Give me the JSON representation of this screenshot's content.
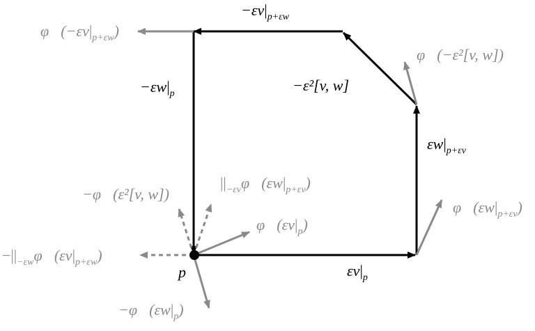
{
  "point_label": "p",
  "edge_labels": {
    "bottom_main": "εv",
    "bottom_sub": "p",
    "right_main": "εw",
    "right_sub": "p+εv",
    "top_main": "−εv",
    "top_sub": "p+εw",
    "left_main": "−εw",
    "left_sub": "p",
    "diagonal": "−ε²[v, w]"
  },
  "vector_labels": {
    "phi_right_main": "φ⃗(εw",
    "phi_right_sub": "p+εv",
    "phi_right_close": ")",
    "phi_topright": "φ⃗(−ε²[v, w])",
    "phi_topleft_main": "φ⃗(−εv",
    "phi_topleft_sub": "p+εw",
    "phi_topleft_close": ")",
    "phi_at_p_main": "φ⃗(εv",
    "phi_at_p_sub": "p",
    "phi_at_p_close": ")",
    "parallel_up_pre": "||",
    "parallel_up_sub1": "−εv",
    "parallel_up_main": "φ⃗(εw",
    "parallel_up_sub2": "p+εv",
    "parallel_up_close": ")",
    "neg_phi_bracket": "−φ⃗(ε²[v, w])",
    "parallel_left_pre": "−||",
    "parallel_left_sub1": "−εw",
    "parallel_left_main": "φ⃗(εv",
    "parallel_left_sub2": "p+εw",
    "parallel_left_close": ")",
    "neg_phi_down_main": "−φ⃗(εw",
    "neg_phi_down_sub": "p",
    "neg_phi_down_close": ")"
  },
  "colors": {
    "edge": "#000000",
    "vector": "#8a8a8a"
  }
}
